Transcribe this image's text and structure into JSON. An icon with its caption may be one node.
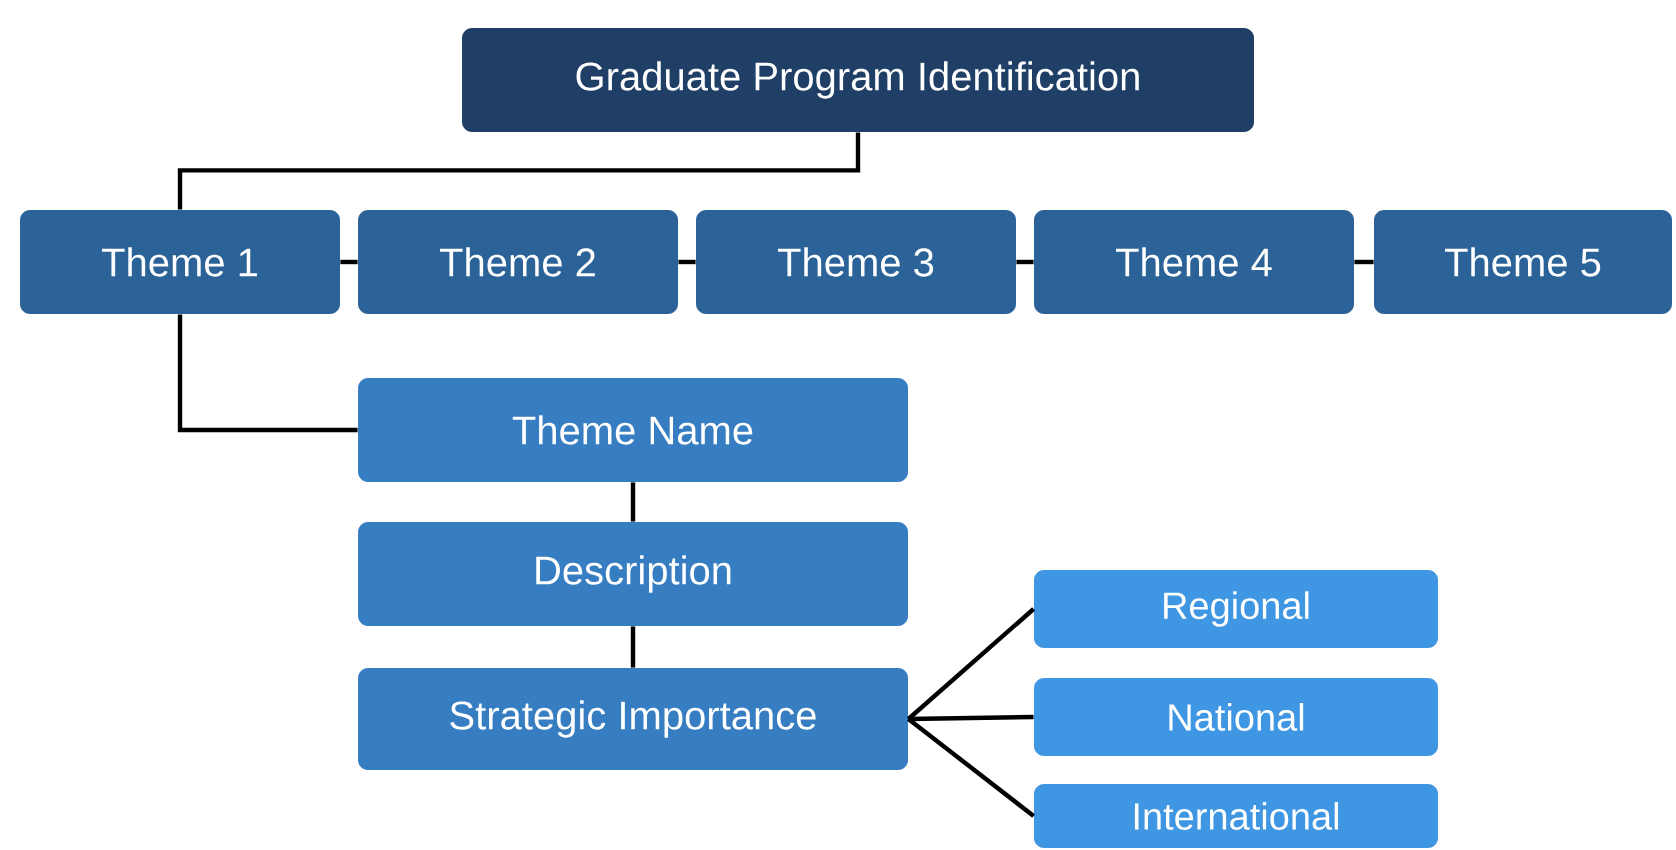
{
  "diagram": {
    "nodes": [
      {
        "text": [
          "Graduate Program Identification"
        ]
      },
      {
        "text": [
          "Theme 1"
        ]
      },
      {
        "text": [
          "Theme 2"
        ]
      },
      {
        "text": [
          "Theme 3"
        ]
      },
      {
        "text": [
          "Theme 4"
        ]
      },
      {
        "text": [
          "Theme 5"
        ]
      },
      {
        "text": [
          "Theme Name"
        ]
      },
      {
        "text": [
          "Description"
        ]
      },
      {
        "text": [
          "Strategic Importance"
        ]
      },
      {
        "text": [
          "Regional"
        ]
      },
      {
        "text": [
          "National"
        ]
      },
      {
        "text": [
          "International"
        ]
      }
    ],
    "edges": [
      {
        "from": 0,
        "to": 1,
        "arrow": "none"
      },
      {
        "from": 1,
        "to": 2,
        "arrow": "none"
      },
      {
        "from": 2,
        "to": 3,
        "arrow": "none"
      },
      {
        "from": 3,
        "to": 4,
        "arrow": "none"
      },
      {
        "from": 4,
        "to": 5,
        "arrow": "none"
      },
      {
        "from": 1,
        "to": 6,
        "arrow": "none"
      },
      {
        "from": 6,
        "to": 7,
        "arrow": "none"
      },
      {
        "from": 7,
        "to": 8,
        "arrow": "none"
      },
      {
        "from": 8,
        "to": 9,
        "arrow": "none"
      },
      {
        "from": 8,
        "to": 10,
        "arrow": "none"
      },
      {
        "from": 8,
        "to": 11,
        "arrow": "none"
      }
    ]
  }
}
